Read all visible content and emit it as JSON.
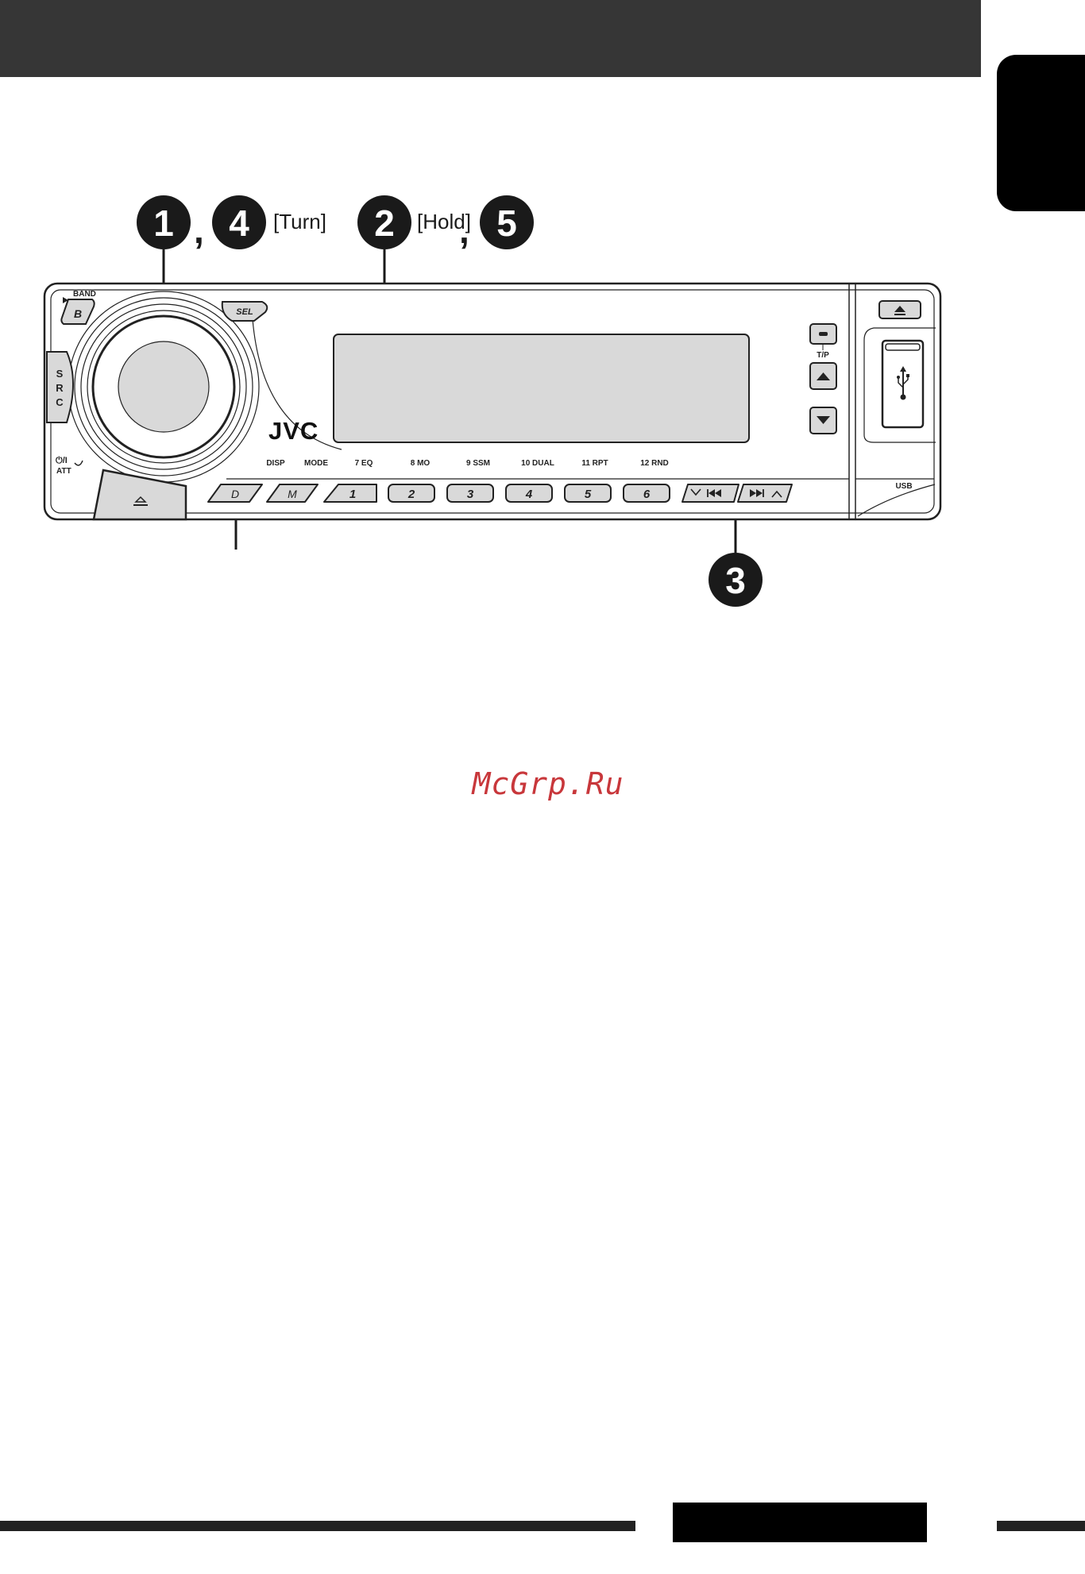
{
  "callouts": {
    "one": "1",
    "four": "4",
    "turn": "[Turn]",
    "two": "2",
    "hold": "[Hold]",
    "five": "5",
    "three": "3",
    "comma": ","
  },
  "panel": {
    "band": "BAND",
    "band_key": "B",
    "sel": "SEL",
    "src": [
      "S",
      "R",
      "C"
    ],
    "power": "⏻/I",
    "att": "ATT",
    "brand": "JVC",
    "tp": "T/P",
    "usb": "USB",
    "d_key": "D",
    "m_key": "M",
    "labels": [
      "DISP",
      "MODE",
      "7  EQ",
      "8  MO",
      "9  SSM",
      "10  DUAL",
      "11  RPT",
      "12  RND"
    ],
    "presets": [
      "1",
      "2",
      "3",
      "4",
      "5",
      "6"
    ]
  },
  "colors": {
    "top_bar": "#363636",
    "badge": "#1a1a1a",
    "button_fill": "#d9d9d9",
    "watermark": "#c8373b"
  },
  "watermark": "McGrp.Ru"
}
